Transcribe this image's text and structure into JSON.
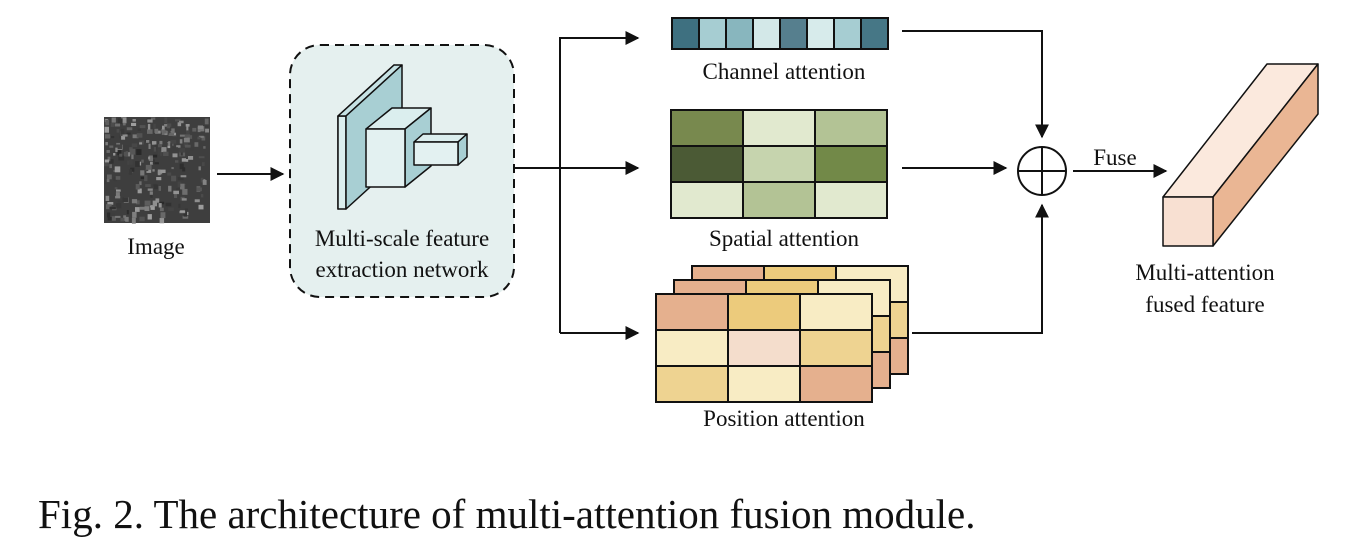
{
  "nodes": {
    "input_image": {
      "label": "Image"
    },
    "extractor": {
      "label_line1": "Multi-scale feature",
      "label_line2": "extraction network"
    },
    "channel": {
      "label": "Channel attention"
    },
    "spatial": {
      "label": "Spatial attention"
    },
    "position": {
      "label": "Position attention"
    },
    "fused": {
      "label_line1": "Multi-attention",
      "label_line2": "fused feature"
    }
  },
  "edges": {
    "fuse_label": "Fuse"
  },
  "caption": "Fig. 2. The architecture of multi-attention fusion module.",
  "colors": {
    "extractor_fill": "#e5f0ef",
    "channel_cells": [
      "#3e7080",
      "#a6cdd2",
      "#88b6be",
      "#d3e8e8",
      "#567f8e",
      "#d7ebeb",
      "#a6cdd2",
      "#467786"
    ],
    "spatial_cells": [
      "#78894e",
      "#e1e9cf",
      "#b3c395",
      "#4b5a35",
      "#c6d4ae",
      "#728948",
      "#e1e9cf",
      "#b3c395",
      "#e1e9cf"
    ],
    "position_cells": [
      "#e5b08e",
      "#eccb7c",
      "#f8ecc4",
      "#f8ecc4",
      "#f4ddcc",
      "#eed391",
      "#eed391",
      "#f8ecc4",
      "#e5b08e"
    ],
    "fused_front": "#f8e0d2",
    "fused_top": "#fbe9dd",
    "fused_side": "#eab694"
  }
}
